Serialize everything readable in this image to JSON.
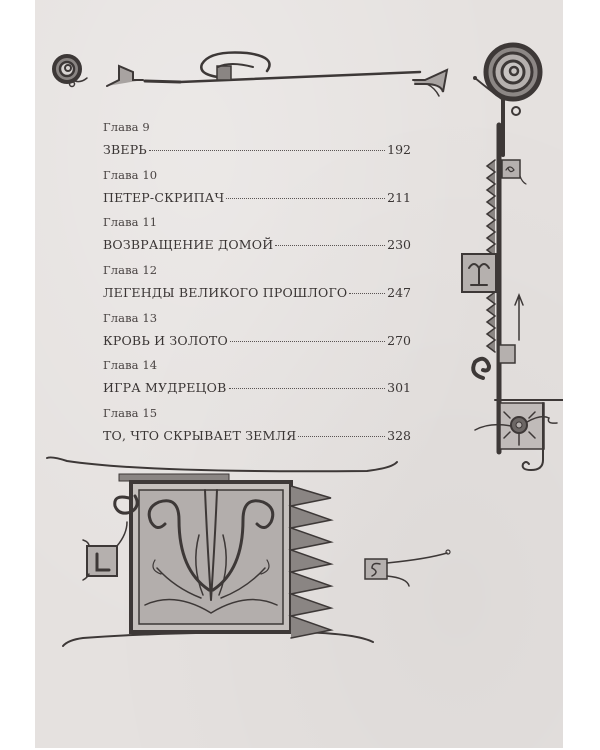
{
  "page": {
    "background_color": "#e5e1df",
    "ink_color": "#3a3534"
  },
  "toc": {
    "entries": [
      {
        "chapter": "Глава 9",
        "title": "Зверь",
        "page": "192"
      },
      {
        "chapter": "Глава 10",
        "title": "Петер-скрипач",
        "page": "211"
      },
      {
        "chapter": "Глава 11",
        "title": "Возвращение домой",
        "page": "230"
      },
      {
        "chapter": "Глава 12",
        "title": "Легенды великого прошлого",
        "page": "247"
      },
      {
        "chapter": "Глава 13",
        "title": "Кровь и золото",
        "page": "270"
      },
      {
        "chapter": "Глава 14",
        "title": "Игра мудрецов",
        "page": "301"
      },
      {
        "chapter": "Глава 15",
        "title": "То, что скрывает земля",
        "page": "328"
      }
    ]
  },
  "ornaments": {
    "top_border": "celtic-scroll-border-icon",
    "right_column": "celtic-vertical-border-icon",
    "bottom_panel": "illuminated-floral-panel-icon",
    "side_tabs": [
      "letter-tab-l-icon",
      "letter-tab-s-icon"
    ]
  }
}
